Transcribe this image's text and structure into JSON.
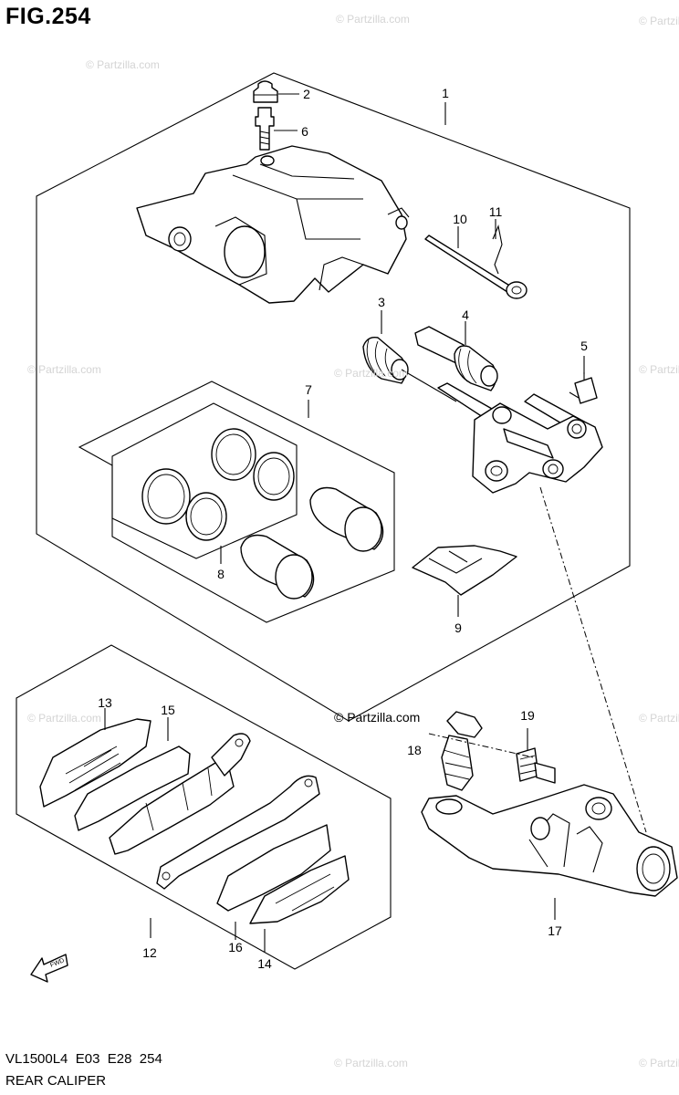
{
  "figure_title": "FIG.254",
  "footer": {
    "code": "VL1500L4  E03  E28  254",
    "title": "REAR CALIPER"
  },
  "watermark": {
    "main": "© Partzilla.com",
    "faint": "© Partzilla.com"
  },
  "callouts": {
    "c1": "1",
    "c2": "2",
    "c3": "3",
    "c4": "4",
    "c5": "5",
    "c6": "6",
    "c7": "7",
    "c8": "8",
    "c9": "9",
    "c10": "10",
    "c11": "11",
    "c12": "12",
    "c13": "13",
    "c14": "14",
    "c15": "15",
    "c16": "16",
    "c17": "17",
    "c18": "18",
    "c19": "19"
  },
  "fwd_label": "FWD"
}
